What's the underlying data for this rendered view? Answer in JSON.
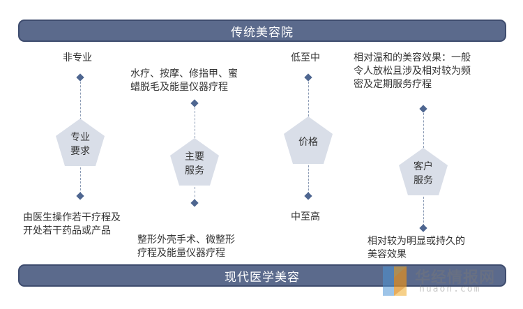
{
  "banners": {
    "top": "传统美容院",
    "bottom": "现代医学美容"
  },
  "columns": [
    {
      "node": "专业\n要求",
      "top": "非专业",
      "bottom": "由医生操作若干疗程及\n开处若干药品或产品"
    },
    {
      "node": "主要\n服务",
      "top": "水疗、按摩、修指甲、蜜\n蜡脱毛及能量仪器疗程",
      "bottom": "整形外壳手术、微整形\n疗程及能量仪器疗程"
    },
    {
      "node": "价格",
      "top": "低至中",
      "bottom": "中至高"
    },
    {
      "node": "客户\n服务",
      "top": "相对温和的美容效果：一般\n令人放松且涉及相对较为频\n密及定期服务疗程",
      "bottom": "相对较为明显或持久的\n美容效果"
    }
  ],
  "watermark": {
    "brand": "华经情报网",
    "url": "huaon.com"
  },
  "colors": {
    "banner": "#5b6a8c",
    "pentagon": "#d9dee8",
    "diamond": "#4e6690",
    "dash": "#8a9ab4"
  }
}
